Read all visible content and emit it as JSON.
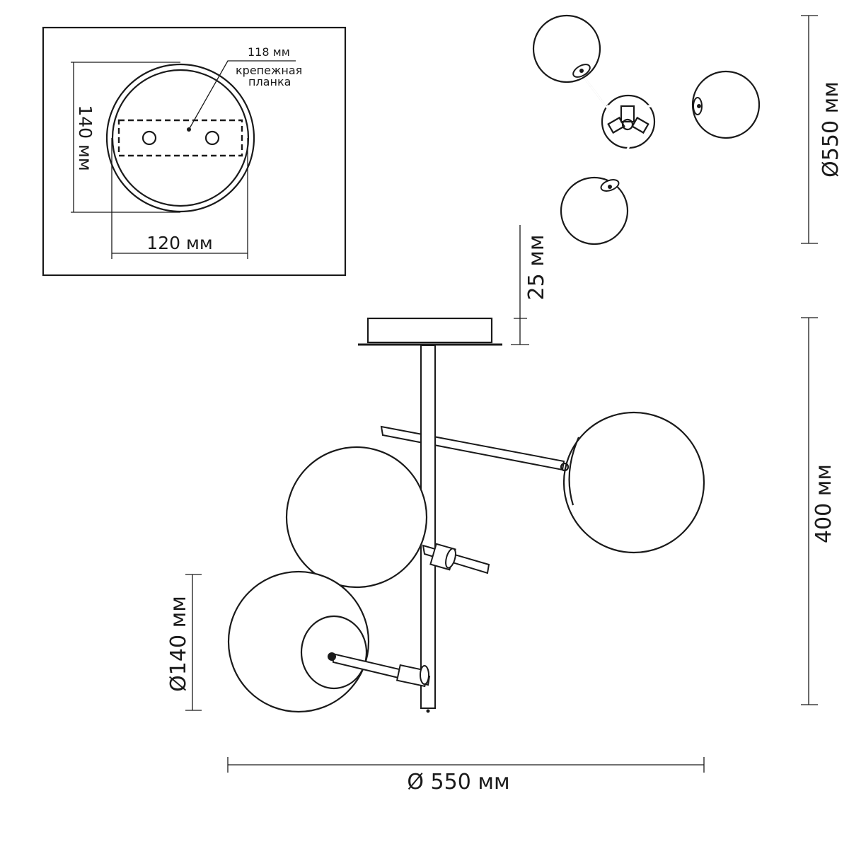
{
  "inset": {
    "bracket_length": "118 мм",
    "bracket_name_line1": "крепежная",
    "bracket_name_line2": "планка",
    "height": "140 мм",
    "width": "120 мм"
  },
  "top_view": {
    "diameter": "Ø550 мм"
  },
  "side_view": {
    "base_height": "25 мм",
    "total_height": "400 мм",
    "globe_diameter": "Ø140 мм",
    "total_diameter": "Ø 550 мм"
  }
}
